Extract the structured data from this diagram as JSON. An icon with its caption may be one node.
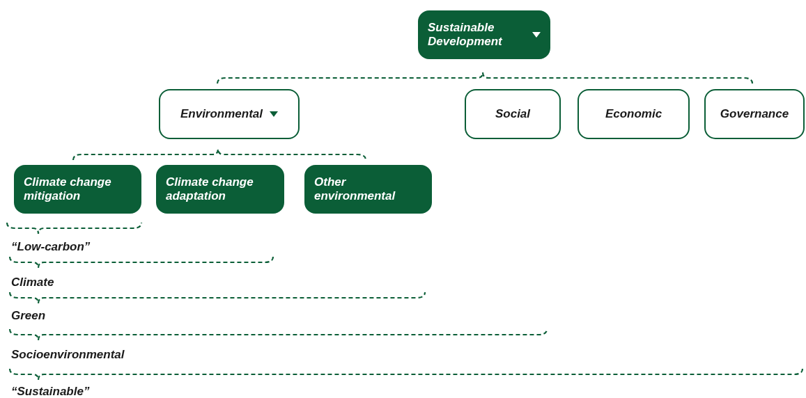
{
  "diagram": {
    "nodes": [
      {
        "text": [
          "Sustainable Development"
        ]
      },
      {
        "text": [
          "Environmental"
        ]
      },
      {
        "text": [
          "Social"
        ]
      },
      {
        "text": [
          "Economic"
        ]
      },
      {
        "text": [
          "Governance"
        ]
      },
      {
        "text": [
          "Climate change mitigation"
        ]
      },
      {
        "text": [
          "Climate change adaptation"
        ]
      },
      {
        "text": [
          "Other environmental"
        ]
      }
    ],
    "labels": [
      "“Low-carbon”",
      "Climate",
      "Green",
      "Socioenvironmental",
      "“Sustainable”"
    ]
  }
}
